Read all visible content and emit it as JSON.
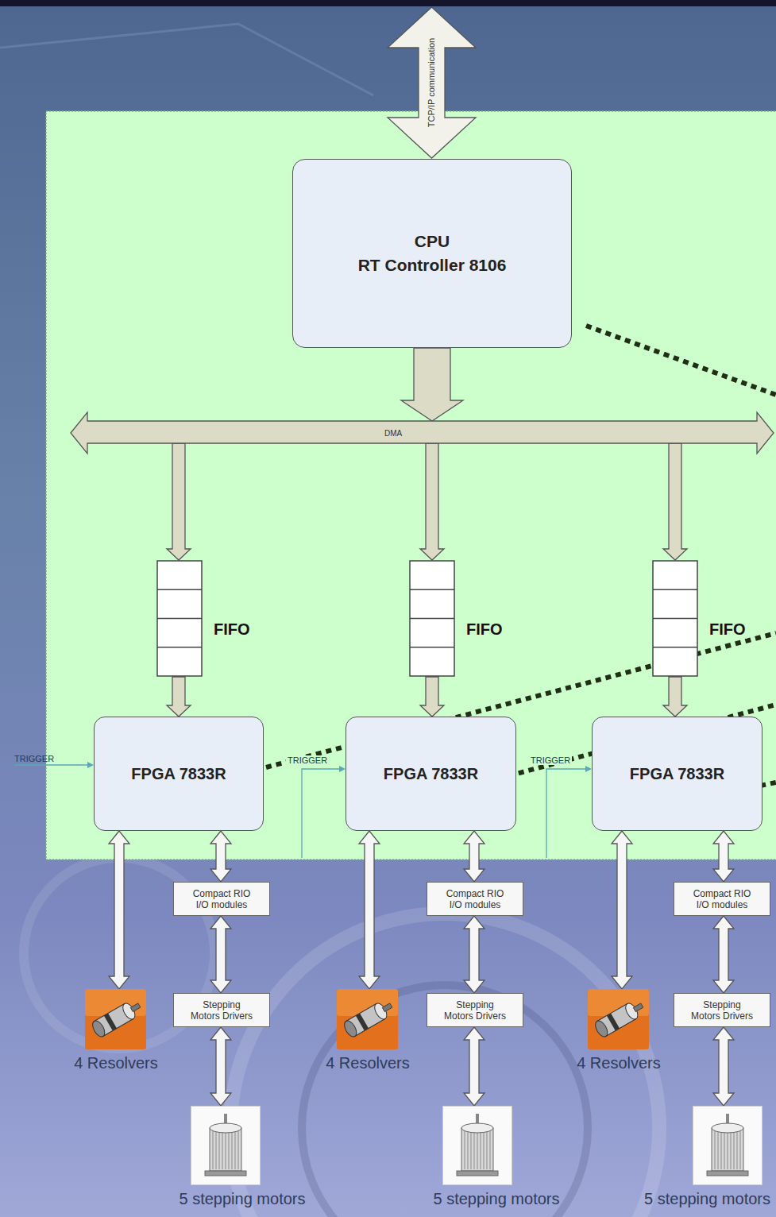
{
  "diagram": {
    "nodes": [
      {
        "text": [
          "TCP/IP communication"
        ]
      },
      {
        "text": [
          "CPU",
          "RT Controller 8106"
        ]
      },
      {
        "text": [
          "DMA"
        ]
      },
      {
        "text": [
          "FIFO"
        ]
      },
      {
        "text": [
          "FIFO"
        ]
      },
      {
        "text": [
          "FIFO"
        ]
      },
      {
        "text": [
          "FPGA 7833R"
        ]
      },
      {
        "text": [
          "FPGA 7833R"
        ]
      },
      {
        "text": [
          "FPGA 7833R"
        ]
      },
      {
        "text": [
          "Compact RIO I/O modules"
        ]
      },
      {
        "text": [
          "Compact RIO I/O modules"
        ]
      },
      {
        "text": [
          "Compact RIO I/O modules"
        ]
      },
      {
        "text": [
          "4 Resolvers"
        ]
      },
      {
        "text": [
          "4 Resolvers"
        ]
      },
      {
        "text": [
          "4 Resolvers"
        ]
      },
      {
        "text": [
          "Stepping Motors Drivers"
        ]
      },
      {
        "text": [
          "Stepping Motors Drivers"
        ]
      },
      {
        "text": [
          "Stepping Motors Drivers"
        ]
      },
      {
        "text": [
          "5 stepping motors"
        ]
      },
      {
        "text": [
          "5 stepping motors"
        ]
      },
      {
        "text": [
          "5 stepping motors"
        ]
      }
    ],
    "edges": [
      {
        "from": 1,
        "to": 2,
        "arrow": "to"
      },
      {
        "from": 2,
        "to": 3,
        "arrow": "to"
      },
      {
        "from": 2,
        "to": 4,
        "arrow": "to"
      },
      {
        "from": 2,
        "to": 5,
        "arrow": "to"
      },
      {
        "from": 3,
        "to": 6,
        "arrow": "to"
      },
      {
        "from": 4,
        "to": 7,
        "arrow": "to"
      },
      {
        "from": 5,
        "to": 8,
        "arrow": "to"
      },
      {
        "from": 6,
        "to": 12,
        "arrow": "both"
      },
      {
        "from": 6,
        "to": 9,
        "arrow": "both"
      },
      {
        "from": 9,
        "to": 15,
        "arrow": "both"
      },
      {
        "from": 15,
        "to": 18,
        "arrow": "both"
      },
      {
        "from": 7,
        "to": 13,
        "arrow": "both"
      },
      {
        "from": 7,
        "to": 10,
        "arrow": "both"
      },
      {
        "from": 10,
        "to": 16,
        "arrow": "both"
      },
      {
        "from": 16,
        "to": 19,
        "arrow": "both"
      },
      {
        "from": 8,
        "to": 14,
        "arrow": "both"
      },
      {
        "from": 8,
        "to": 11,
        "arrow": "both"
      },
      {
        "from": 11,
        "to": 17,
        "arrow": "both"
      },
      {
        "from": 17,
        "to": 20,
        "arrow": "both"
      }
    ],
    "labels": [
      "TRIGGER",
      "TRIGGER",
      "TRIGGER"
    ]
  }
}
